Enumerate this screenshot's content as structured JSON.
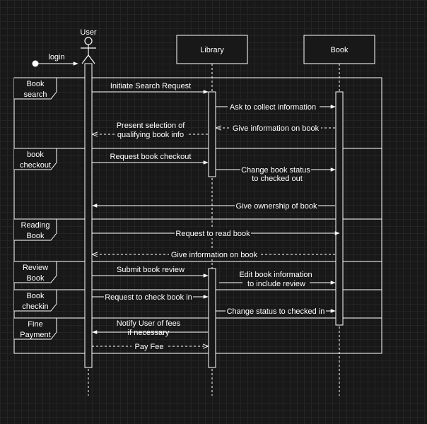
{
  "actors": {
    "user": "User",
    "library": "Library",
    "book": "Book"
  },
  "start_label": "login",
  "fragments": [
    {
      "label": [
        "Book",
        "search"
      ]
    },
    {
      "label": [
        "book",
        "checkout"
      ]
    },
    {
      "label": [
        "Reading",
        "Book"
      ]
    },
    {
      "label": [
        "Review",
        "Book"
      ]
    },
    {
      "label": [
        "Book",
        "checkin"
      ]
    },
    {
      "label": [
        "Fine",
        "Payment"
      ]
    }
  ],
  "messages": [
    {
      "text": [
        "Initiate Search Request"
      ]
    },
    {
      "text": [
        "Ask to collect information"
      ]
    },
    {
      "text": [
        "Give information on book"
      ]
    },
    {
      "text": [
        "Present selection of",
        "qualifying book info"
      ]
    },
    {
      "text": [
        "Request book checkout"
      ]
    },
    {
      "text": [
        "Change book status",
        "to checked out"
      ]
    },
    {
      "text": [
        "Give ownership of book"
      ]
    },
    {
      "text": [
        "Request to read book"
      ]
    },
    {
      "text": [
        "Give information on book"
      ]
    },
    {
      "text": [
        "Submit book review"
      ]
    },
    {
      "text": [
        "Edit book information",
        "to include review"
      ]
    },
    {
      "text": [
        "Request to check book in"
      ]
    },
    {
      "text": [
        "Change status to checked in"
      ]
    },
    {
      "text": [
        "Notify User of fees",
        "if necessary"
      ]
    },
    {
      "text": [
        "Pay Fee"
      ]
    }
  ],
  "colors": {
    "background": "#181818",
    "stroke": "#ffffff",
    "grid": "#242424"
  }
}
